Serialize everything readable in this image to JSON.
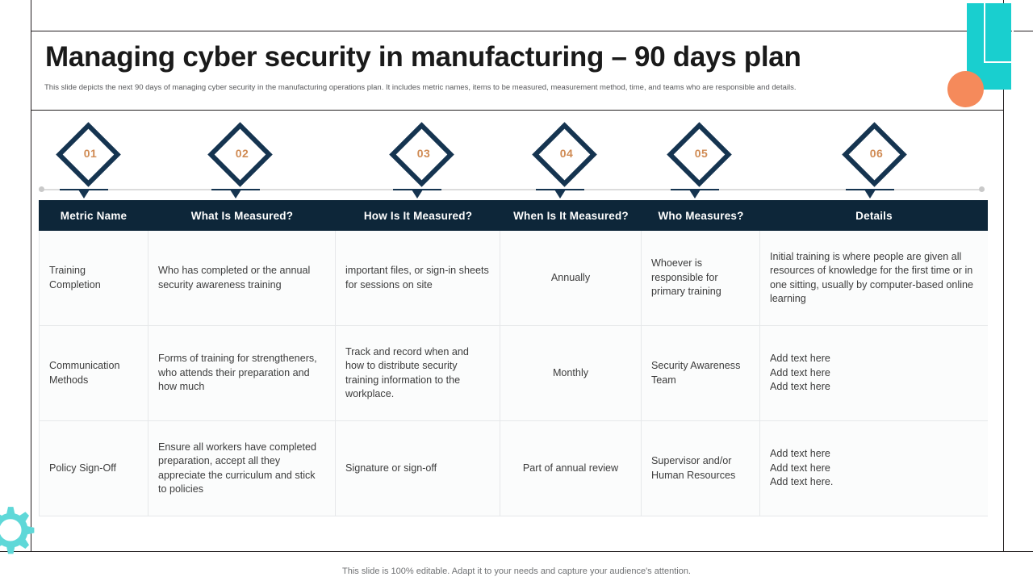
{
  "header": {
    "title": "Managing cyber security in manufacturing – 90 days plan",
    "subtitle": "This slide depicts the next 90 days of managing cyber security in the manufacturing operations plan. It includes metric names, items to be measured, measurement method, time, and teams who are responsible and details."
  },
  "steps": [
    {
      "number": "01"
    },
    {
      "number": "02"
    },
    {
      "number": "03"
    },
    {
      "number": "04"
    },
    {
      "number": "05"
    },
    {
      "number": "06"
    }
  ],
  "table": {
    "columns": [
      "Metric Name",
      "What Is Measured?",
      "How Is It Measured?",
      "When Is It Measured?",
      "Who Measures?",
      "Details"
    ],
    "rows": [
      {
        "metric_name": "Training Completion",
        "what_is_measured": "Who has completed or the annual security awareness training",
        "how_is_it_measured": "important files, or sign-in sheets for sessions on site",
        "when_is_it_measured": "Annually",
        "who_measures": "Whoever is responsible for primary training",
        "details": [
          "Initial training is where people are given all resources of knowledge for the first time or in one sitting, usually by computer-based online learning"
        ]
      },
      {
        "metric_name": "Communication Methods",
        "what_is_measured": "Forms of training for strengtheners, who attends their preparation and how much",
        "how_is_it_measured": "Track and record when and how to distribute security training information to the workplace.",
        "when_is_it_measured": "Monthly",
        "who_measures": "Security Awareness Team",
        "details": [
          "Add text here",
          "Add text here",
          "Add text here"
        ]
      },
      {
        "metric_name": "Policy Sign-Off",
        "what_is_measured": "Ensure all workers have completed preparation, accept all they appreciate the curriculum and stick to policies",
        "how_is_it_measured": "Signature or sign-off",
        "when_is_it_measured": "Part of annual review",
        "who_measures": "Supervisor and/or Human Resources",
        "details": [
          "Add text here",
          "Add text here",
          "Add text here."
        ]
      }
    ]
  },
  "footer": {
    "note": "This slide is 100% editable. Adapt it to your needs and capture your audience's attention."
  },
  "colors": {
    "header_bar": "#0d2639",
    "diamond_stroke": "#153450",
    "diamond_number": "#d08b54",
    "teal_accent": "#19cfcf",
    "orange_accent": "#f58a5b",
    "frame_line": "#231f20"
  }
}
